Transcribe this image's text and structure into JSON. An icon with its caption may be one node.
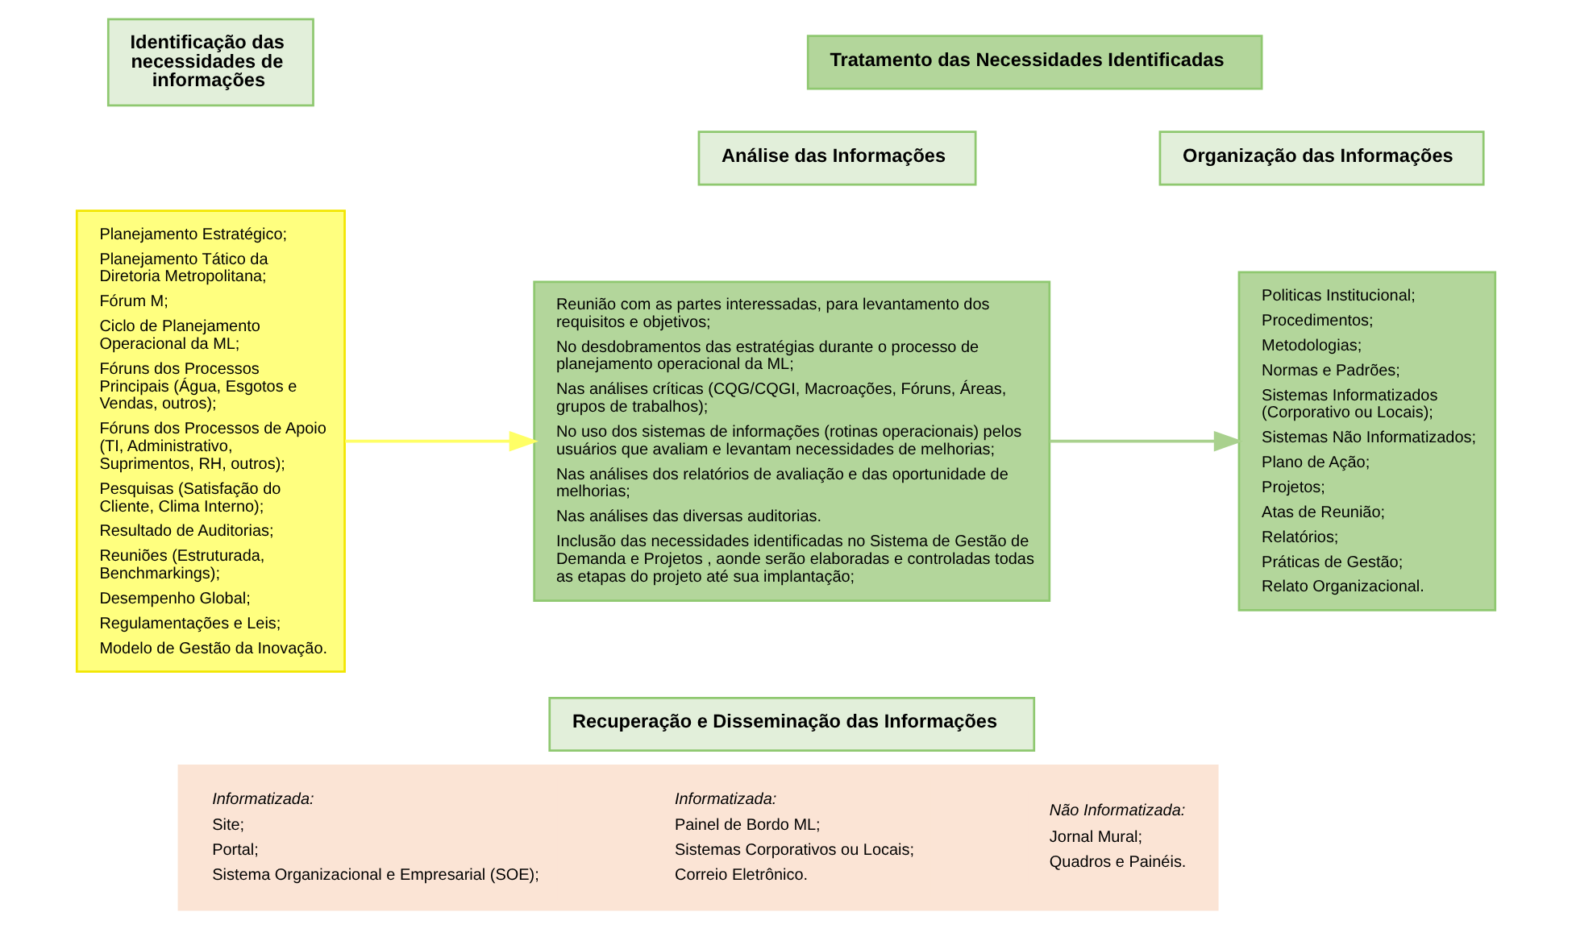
{
  "diagram": {
    "nodes": [
      {
        "text": [
          "Identificação das necessidades de informações"
        ]
      },
      {
        "text": [
          "Planejamento Estratégico;",
          "Planejamento Tático da Diretoria Metropolitana;",
          "Fórum M;",
          "Ciclo de Planejamento Operacional da ML;",
          "Fóruns dos Processos Principais (Água, Esgotos e Vendas, outros);",
          "Fóruns dos Processos de Apoio (TI, Administrativo, Suprimentos, RH, outros);",
          "Pesquisas (Satisfação do Cliente, Clima Interno);",
          "Resultado de Auditorias;",
          "Reuniões (Estruturada, Benchmarkings);",
          "Desempenho Global;",
          "Regulamentações e Leis;",
          "Modelo de Gestão da Inovação."
        ]
      },
      {
        "text": [
          "Tratamento das Necessidades Identificadas"
        ]
      },
      {
        "text": [
          "Análise das Informações"
        ]
      },
      {
        "text": [
          "Reunião com as partes interessadas, para levantamento dos requisitos e objetivos;",
          "No desdobramentos das estratégias durante o processo de planejamento operacional da ML;",
          "Nas análises críticas (CQG/CQGI, Macroações, Fóruns, Áreas, grupos de trabalhos);",
          "No uso dos sistemas de informações (rotinas operacionais) pelos usuários que avaliam e levantam necessidades de melhorias;",
          "Nas análises dos relatórios de avaliação e das oportunidade de melhorias;",
          "Nas análises das diversas auditorias.",
          "Inclusão das necessidades identificadas no Sistema de Gestão de Demanda e Projetos , aonde serão elaboradas e controladas todas as etapas do projeto até sua implantação;"
        ]
      },
      {
        "text": [
          "Organização das Informações"
        ]
      },
      {
        "text": [
          "Politicas Institucional;",
          "Procedimentos;",
          "Metodologias;",
          "Normas e Padrões;",
          "Sistemas Informatizados (Corporativo ou Locais);",
          "Sistemas Não Informatizados;",
          "Plano de Ação;",
          "Projetos;",
          "Atas de Reunião;",
          "Relatórios;",
          "Práticas de Gestão;",
          "Relato Organizacional."
        ]
      },
      {
        "text": [
          "Recuperação e Disseminação das Informações"
        ]
      },
      {
        "text": [],
        "shape": "box"
      },
      {
        "text": [
          "Informatizada:",
          "Site;",
          "Portal;",
          "Sistema Organizacional e Empresarial (SOE);"
        ],
        "in": 8
      },
      {
        "text": [
          "Informatizada:",
          "Painel de Bordo ML;",
          "Sistemas Corporativos ou Locais;",
          "Correio Eletrônico."
        ],
        "in": 8
      },
      {
        "text": [
          "Não Informatizada:",
          "Jornal Mural;",
          "Quadros e Painéis."
        ],
        "in": 8
      }
    ],
    "edges": [
      {
        "from": 1,
        "to": 4,
        "arrow": "to",
        "color": "#ffff66"
      },
      {
        "from": 4,
        "to": 6,
        "arrow": "to",
        "color": "#a9d18e"
      }
    ]
  }
}
